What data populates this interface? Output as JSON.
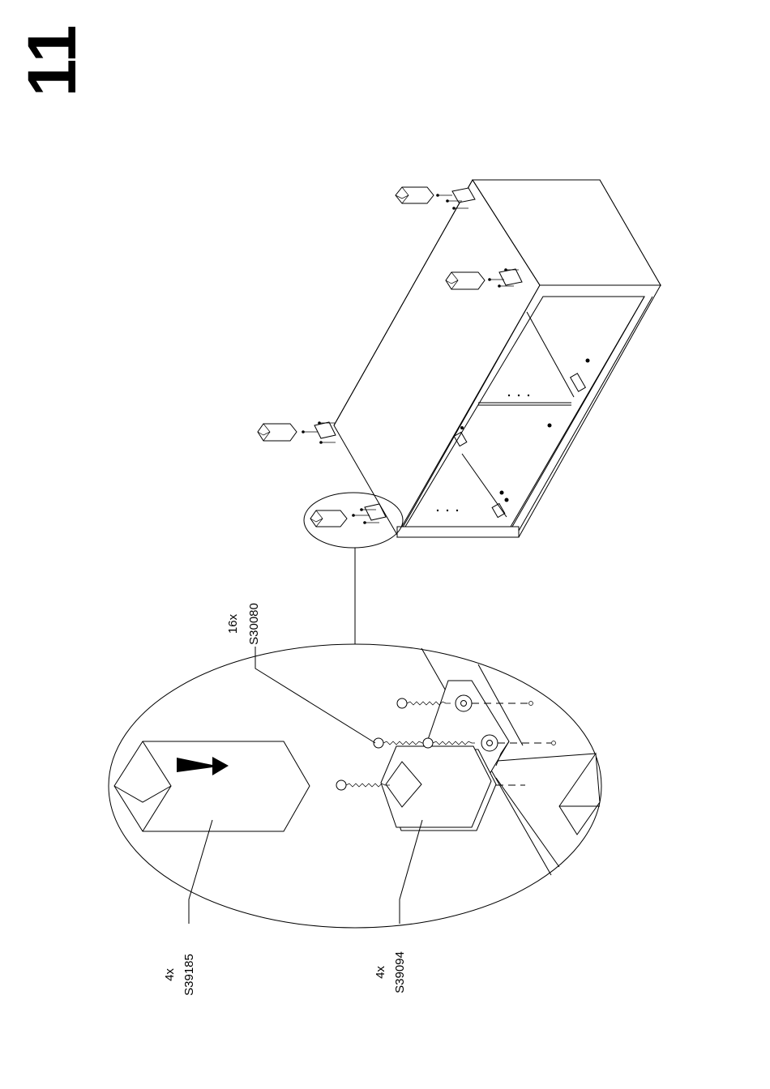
{
  "step": {
    "number": "11"
  },
  "parts": [
    {
      "qty": "16x",
      "code": "S30080"
    },
    {
      "qty": "4x",
      "code": "S39185"
    },
    {
      "qty": "4x",
      "code": "S39094"
    }
  ],
  "colors": {
    "ink": "#000000",
    "paper": "#ffffff"
  }
}
